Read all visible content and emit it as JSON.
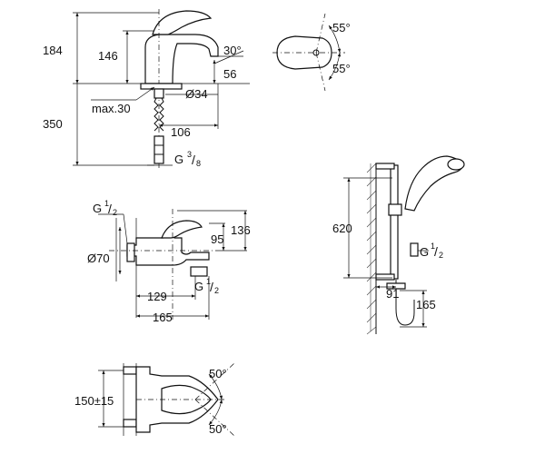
{
  "basin_mixer": {
    "dim_total_height": "184",
    "dim_spout_height": "146",
    "dim_angle": "30°",
    "dim_reach": "56",
    "dim_max": "max.30",
    "dim_diameter": "Ø34",
    "dim_length": "350",
    "dim_offset": "106",
    "thread_g": "G",
    "thread_num": "3",
    "thread_den": "8"
  },
  "lever_top_view": {
    "angle_top": "55°",
    "angle_bottom": "55°"
  },
  "bath_mixer": {
    "thread_g": "G",
    "thread_num": "1",
    "thread_den": "2",
    "dim_height_a": "95",
    "dim_height_b": "136",
    "dim_diameter": "Ø70",
    "outlet_thread_g": "G",
    "outlet_thread_num": "1",
    "outlet_thread_den": "2",
    "dim_129": "129",
    "dim_165": "165"
  },
  "shower_rail": {
    "dim_height": "620",
    "thread_g": "G",
    "thread_num": "1",
    "thread_den": "2",
    "dim_91": "91",
    "dim_165": "165"
  },
  "bath_top_view": {
    "dim_spacing": "150±15",
    "angle_top": "50°",
    "angle_bottom": "50°"
  }
}
